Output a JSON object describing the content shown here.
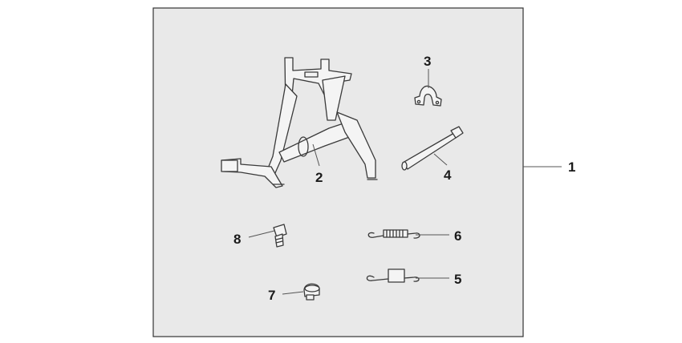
{
  "diagram": {
    "labels": {
      "p1": "1",
      "p2": "2",
      "p3": "3",
      "p4": "4",
      "p5": "5",
      "p6": "6",
      "p7": "7",
      "p8": "8"
    },
    "colors": {
      "frame_bg": "#e9e9e9",
      "frame_border": "#333333",
      "line": "#3a3a3a"
    }
  }
}
